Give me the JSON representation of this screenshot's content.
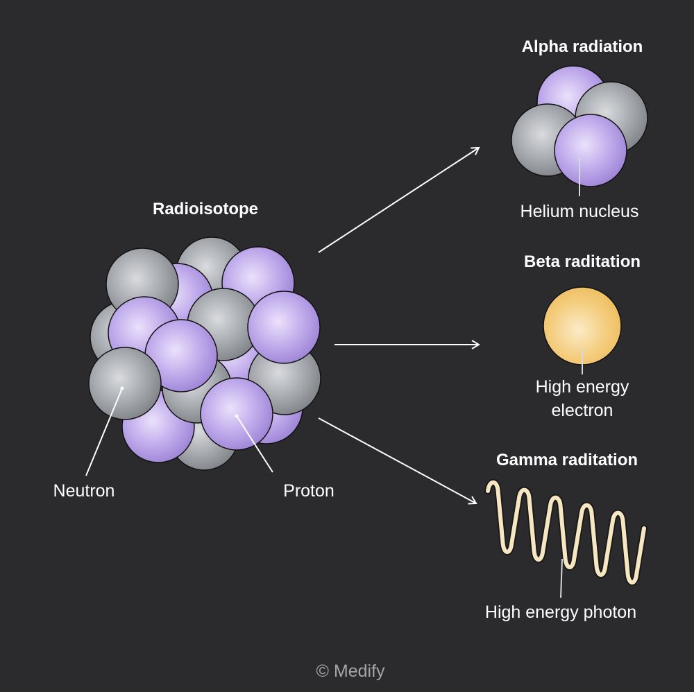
{
  "radioisotope": {
    "title": "Radioisotope",
    "neutron_label": "Neutron",
    "proton_label": "Proton"
  },
  "alpha": {
    "title": "Alpha radiation",
    "label": "Helium nucleus"
  },
  "beta": {
    "title": "Beta raditation",
    "label_line1": "High energy",
    "label_line2": "electron"
  },
  "gamma": {
    "title": "Gamma raditation",
    "label": "High energy photon"
  },
  "credit": "© Medify",
  "colors": {
    "background": "#2b2b2d",
    "proton": "#b7a0e6",
    "neutron": "#a6a9ad",
    "electron": "#f2c875",
    "photon": "#f6e6c2",
    "text": "#ffffff"
  },
  "icons": [
    "proton-sphere",
    "neutron-sphere",
    "electron-sphere",
    "photon-wave",
    "arrow"
  ]
}
